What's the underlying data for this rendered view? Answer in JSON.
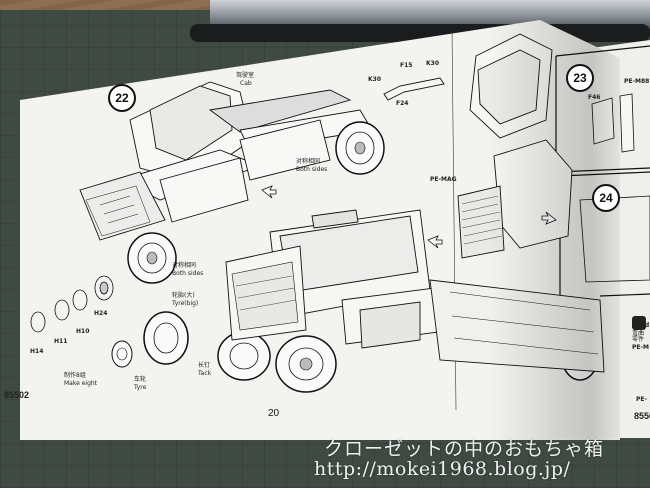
{
  "steps": {
    "left": "22",
    "right_top": "23",
    "right_mid": "24"
  },
  "labels": {
    "k30_left": "K30",
    "f15": "F15",
    "k30_right": "K30",
    "f24": "F24",
    "pe_mag": "PE-MAG",
    "pe_m88": "PE-M88",
    "f46": "F46",
    "cab_cn": "驾驶室",
    "cab_en": "Cab",
    "both_sides_upper_cn": "对称相同",
    "both_sides_upper_en": "Both sides",
    "both_sides_lower_cn": "对称相同",
    "both_sides_lower_en": "Both sides",
    "h24": "H24",
    "h14": "H14",
    "h11": "H11",
    "h10": "H10",
    "tyre_big_cn": "轮胎(大)",
    "tyre_big_en": "Tyre(big)",
    "make_eight_cn": "制作8组",
    "make_eight_en": "Make eight",
    "tyre_cn": "车轮",
    "tyre_en": "Tyre",
    "tack_cn": "长钉",
    "tack_en": "Tack",
    "bend_cn": "弯曲",
    "bend_en": "Bend",
    "pe_m_cut_cn": "零件",
    "pe_m_cut": "PE-M",
    "pe_right_bottom": "PE-"
  },
  "page_number": "20",
  "code_left": "85502",
  "code_right": "8550",
  "watermark": {
    "line1": "クローゼットの中のおもちゃ箱",
    "line2": "http://mokei1968.blog.jp/"
  }
}
